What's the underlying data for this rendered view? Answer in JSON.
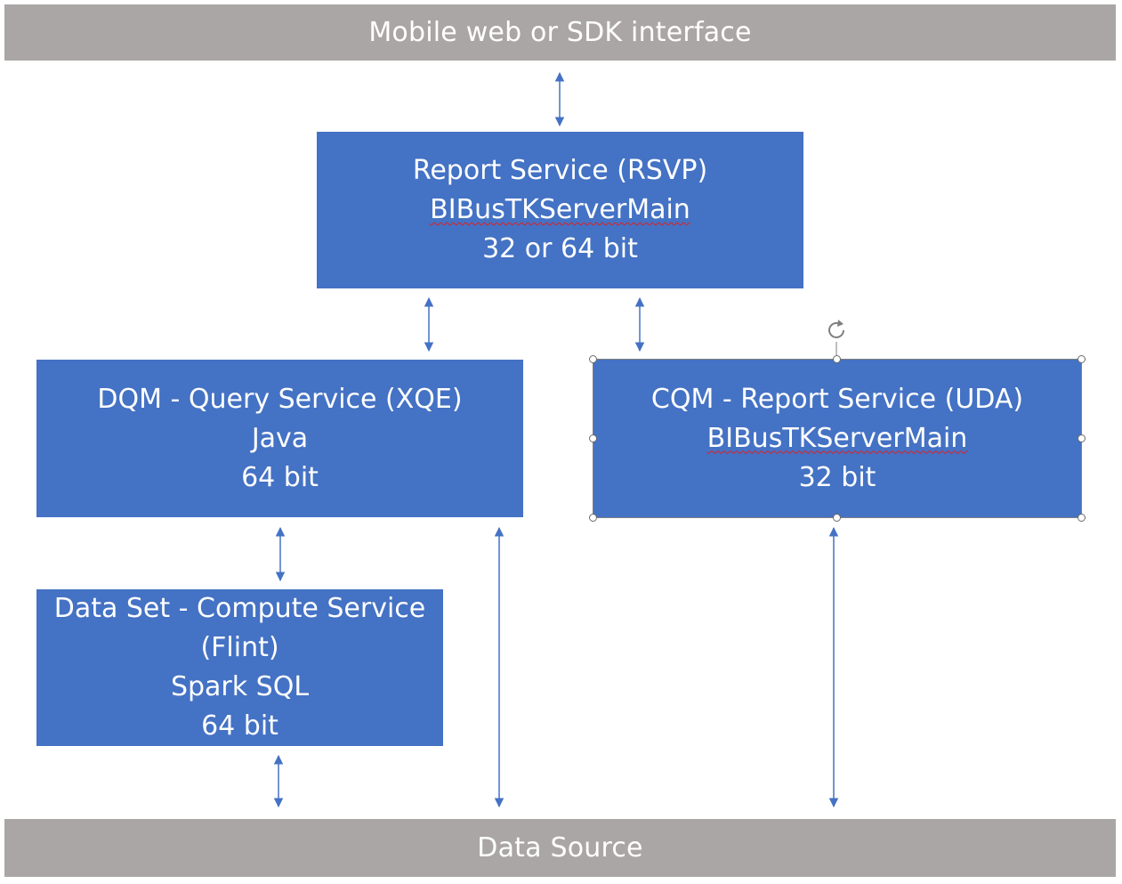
{
  "top_bar": {
    "label": "Mobile web or SDK interface"
  },
  "bottom_bar": {
    "label": "Data Source"
  },
  "rsvp_box": {
    "title": "Report Service (RSVP)",
    "process": "BIBusTKServerMain",
    "bits": "32 or 64 bit"
  },
  "dqm_box": {
    "title": "DQM - Query Service (XQE)",
    "process": "Java",
    "bits": "64 bit"
  },
  "cqm_box": {
    "title": "CQM - Report Service (UDA)",
    "process": "BIBusTKServerMain",
    "bits": "32 bit"
  },
  "dataset_box": {
    "title_line1": "Data Set - Compute Service",
    "title_line2": "(Flint)",
    "process": "Spark SQL",
    "bits": "64 bit"
  },
  "colors": {
    "box_fill": "#4472c4",
    "bar_fill": "#aaa6a5",
    "arrow": "#4472c4",
    "text": "#ffffff"
  }
}
